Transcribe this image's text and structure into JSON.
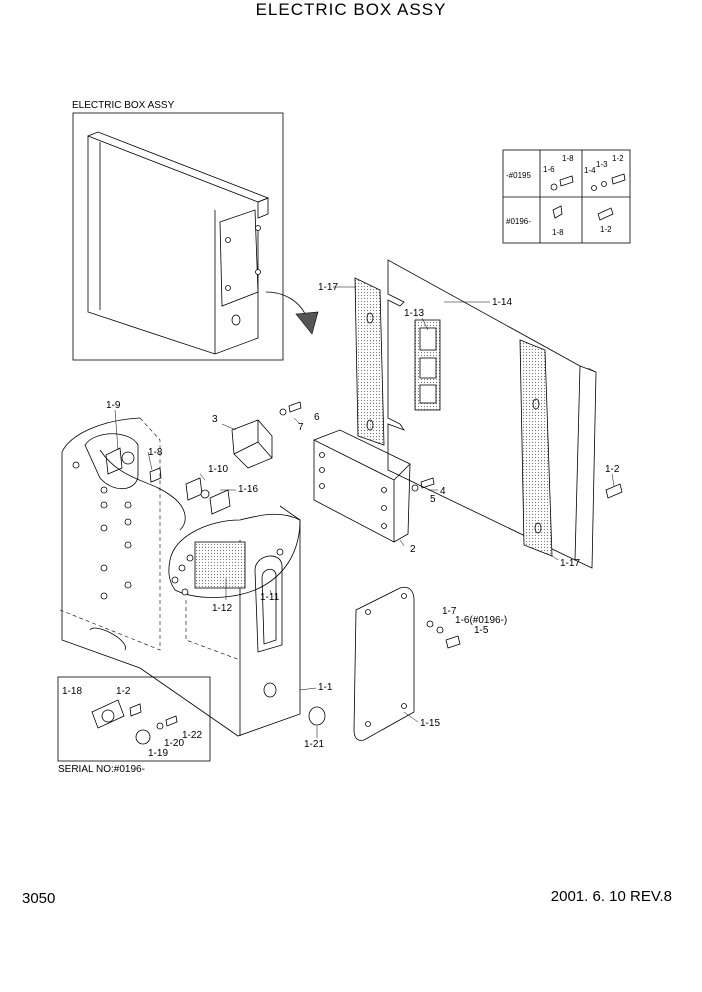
{
  "header": {
    "title": "ELECTRIC BOX ASSY"
  },
  "inset": {
    "label": "ELECTRIC BOX ASSY"
  },
  "serial_table": {
    "rows": [
      "-#0195",
      "#0196-"
    ],
    "top_parts": [
      "1-6",
      "1-8",
      "1-4",
      "1-3",
      "1-2"
    ],
    "bottom_parts": [
      "1-8",
      "1-2"
    ]
  },
  "parts": {
    "p1_1": "1-1",
    "p1_2": "1-2",
    "p1_2b": "1-2",
    "p1_5": "1-5",
    "p1_6": "1-6(#0196-)",
    "p1_7": "1-7",
    "p1_8": "1-8",
    "p1_9": "1-9",
    "p1_10": "1-10",
    "p1_11": "1-11",
    "p1_12": "1-12",
    "p1_13": "1-13",
    "p1_14": "1-14",
    "p1_15": "1-15",
    "p1_16": "1-16",
    "p1_17a": "1-17",
    "p1_17b": "1-17",
    "p1_18": "1-18",
    "p1_19": "1-19",
    "p1_20": "1-20",
    "p1_21": "1-21",
    "p1_22": "1-22",
    "p2": "2",
    "p3": "3",
    "p4": "4",
    "p5": "5",
    "p6": "6",
    "p7": "7"
  },
  "serial_note": "SERIAL NO:#0196-",
  "footer": {
    "page": "3050",
    "revision": "2001. 6. 10 REV.8"
  }
}
